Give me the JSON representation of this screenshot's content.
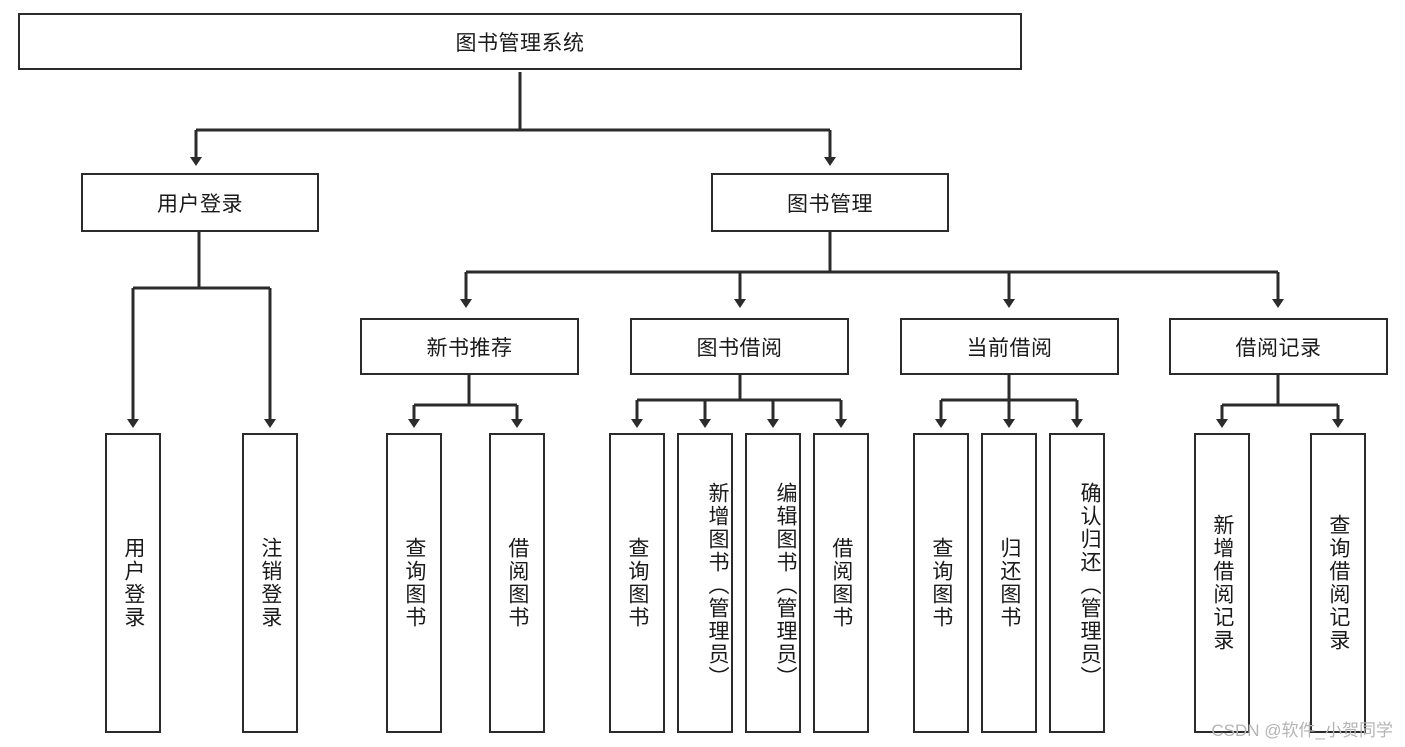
{
  "diagram": {
    "title": "图书管理系统",
    "type": "tree",
    "watermark": "CSDN @软件_小贺同学",
    "colors": {
      "border": "#2b2b2b",
      "background": "#ffffff",
      "text": "#1a1a1a",
      "watermark": "#b4b4b4"
    },
    "root": {
      "label": "图书管理系统"
    },
    "level2": [
      {
        "label": "用户登录"
      },
      {
        "label": "图书管理"
      }
    ],
    "level3": [
      {
        "label": "新书推荐"
      },
      {
        "label": "图书借阅"
      },
      {
        "label": "当前借阅"
      },
      {
        "label": "借阅记录"
      }
    ],
    "leaves": {
      "user_login": [
        {
          "label": "用户登录"
        },
        {
          "label": "注销登录"
        }
      ],
      "new_book": [
        {
          "label": "查询图书"
        },
        {
          "label": "借阅图书"
        }
      ],
      "book_borrow": [
        {
          "label": "查询图书"
        },
        {
          "label": "新增图书（管理员）"
        },
        {
          "label": "编辑图书（管理员）"
        },
        {
          "label": "借阅图书"
        }
      ],
      "current_borrow": [
        {
          "label": "查询图书"
        },
        {
          "label": "归还图书"
        },
        {
          "label": "确认归还（管理员）"
        }
      ],
      "borrow_record": [
        {
          "label": "新增借阅记录"
        },
        {
          "label": "查询借阅记录"
        }
      ]
    }
  }
}
